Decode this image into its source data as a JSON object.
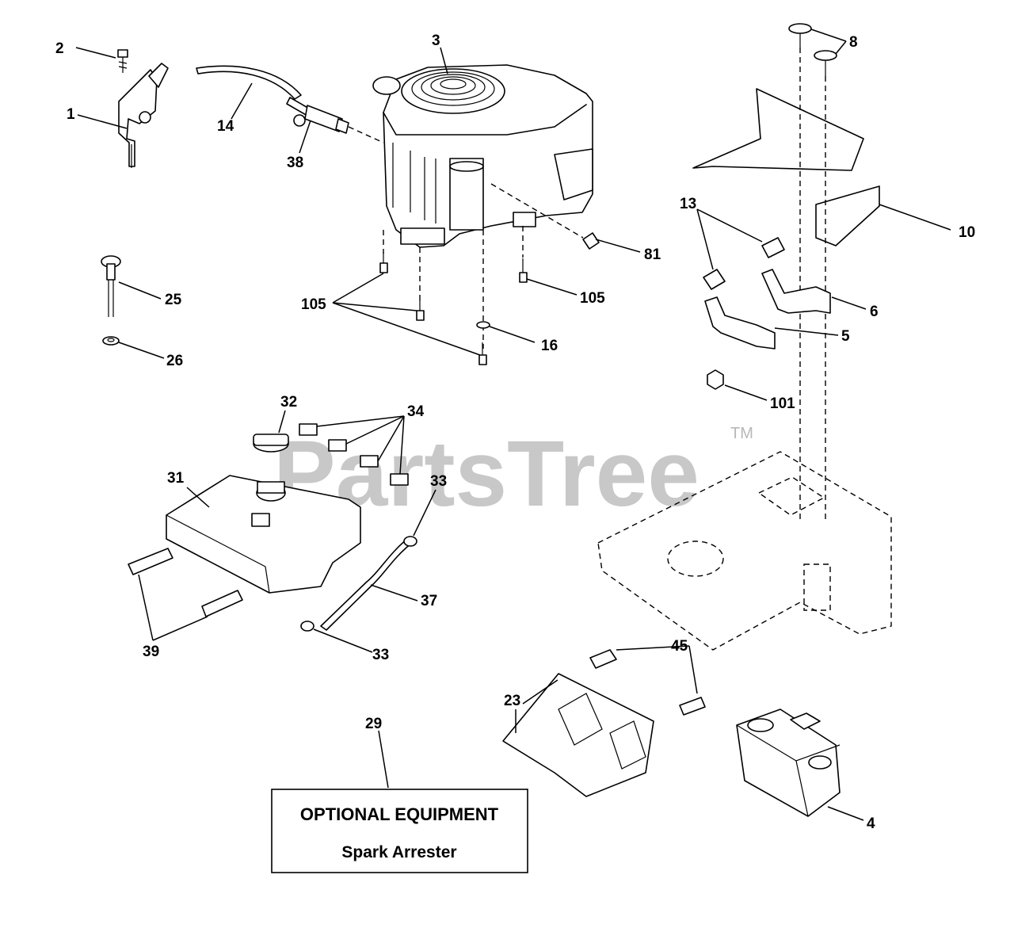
{
  "watermark": {
    "brand": "PartsTree",
    "trademark": "TM"
  },
  "callouts": {
    "c1": "1",
    "c2": "2",
    "c3": "3",
    "c4": "4",
    "c5": "5",
    "c6": "6",
    "c8": "8",
    "c10": "10",
    "c13": "13",
    "c14": "14",
    "c16": "16",
    "c23": "23",
    "c25": "25",
    "c26": "26",
    "c29": "29",
    "c31": "31",
    "c32": "32",
    "c33a": "33",
    "c33b": "33",
    "c34": "34",
    "c37": "37",
    "c38": "38",
    "c39": "39",
    "c45": "45",
    "c81": "81",
    "c101": "101",
    "c105a": "105",
    "c105b": "105"
  },
  "optional_box": {
    "title": "OPTIONAL EQUIPMENT",
    "subtitle": "Spark Arrester"
  }
}
